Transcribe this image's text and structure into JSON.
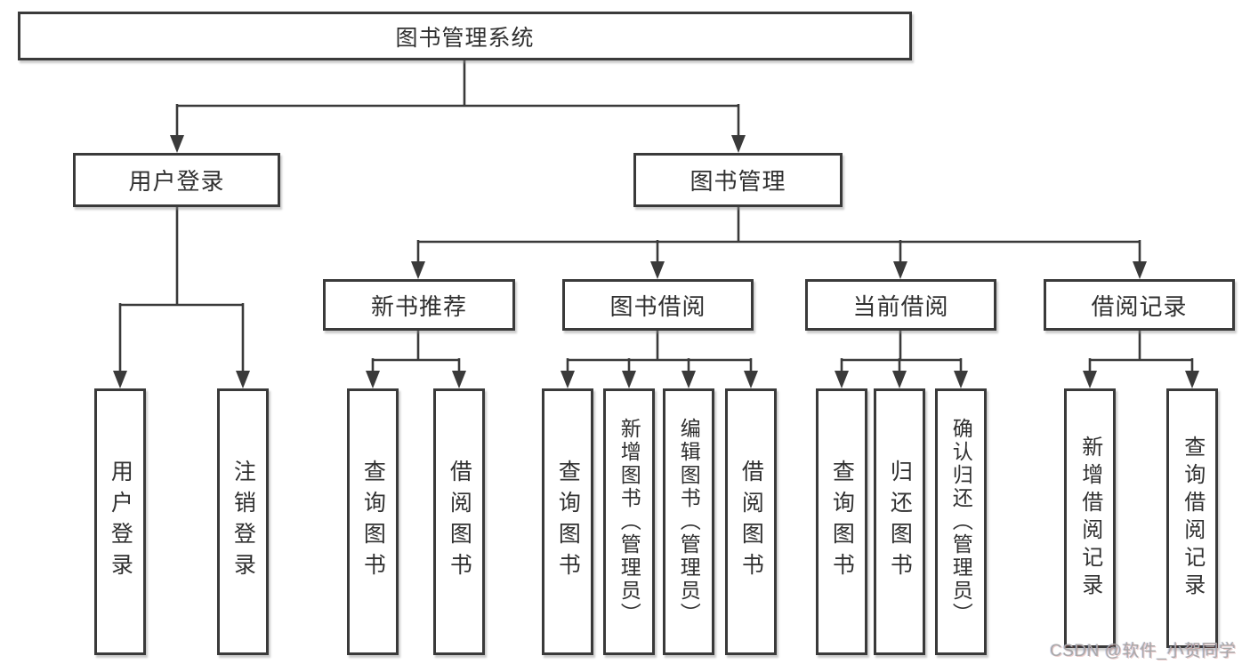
{
  "diagram_type": "functional-structure-tree",
  "colors": {
    "background": "#ffffff",
    "line": "#3a3a3a",
    "box_border": "#3a3a3a",
    "box_background": "#ffffff",
    "text": "#303030",
    "watermark_text": "#a8a8a8"
  },
  "nodes": {
    "root": {
      "label": "图书管理系统"
    },
    "level1": [
      {
        "id": "user-login",
        "label": "用户登录",
        "parent": "图书管理系统"
      },
      {
        "id": "book-management",
        "label": "图书管理",
        "parent": "图书管理系统"
      }
    ],
    "level2": [
      {
        "id": "new-book-recommend",
        "label": "新书推荐",
        "parent": "图书管理"
      },
      {
        "id": "book-borrowing",
        "label": "图书借阅",
        "parent": "图书管理"
      },
      {
        "id": "current-borrowing",
        "label": "当前借阅",
        "parent": "图书管理"
      },
      {
        "id": "borrowing-records",
        "label": "借阅记录",
        "parent": "图书管理"
      }
    ],
    "leaves": [
      {
        "id": "leaf-user-login",
        "label": "用户登录",
        "parent": "用户登录"
      },
      {
        "id": "leaf-logout",
        "label": "注销登录",
        "parent": "用户登录"
      },
      {
        "id": "leaf-nb-query",
        "label": "查询图书",
        "parent": "新书推荐"
      },
      {
        "id": "leaf-nb-borrow",
        "label": "借阅图书",
        "parent": "新书推荐"
      },
      {
        "id": "leaf-bb-query",
        "label": "查询图书",
        "parent": "图书借阅"
      },
      {
        "id": "leaf-bb-add",
        "label": "新增图书（管理员）",
        "parent": "图书借阅"
      },
      {
        "id": "leaf-bb-edit",
        "label": "编辑图书（管理员）",
        "parent": "图书借阅"
      },
      {
        "id": "leaf-bb-borrow",
        "label": "借阅图书",
        "parent": "图书借阅"
      },
      {
        "id": "leaf-cb-query",
        "label": "查询图书",
        "parent": "当前借阅"
      },
      {
        "id": "leaf-cb-return",
        "label": "归还图书",
        "parent": "当前借阅"
      },
      {
        "id": "leaf-cb-confirm",
        "label": "确认归还（管理员）",
        "parent": "当前借阅"
      },
      {
        "id": "leaf-br-add-record",
        "label": "新增借阅记录",
        "parent": "借阅记录"
      },
      {
        "id": "leaf-br-query-record",
        "label": "查询借阅记录",
        "parent": "借阅记录"
      }
    ]
  },
  "watermark": {
    "text": "CSDN @软件_小贺同学"
  }
}
